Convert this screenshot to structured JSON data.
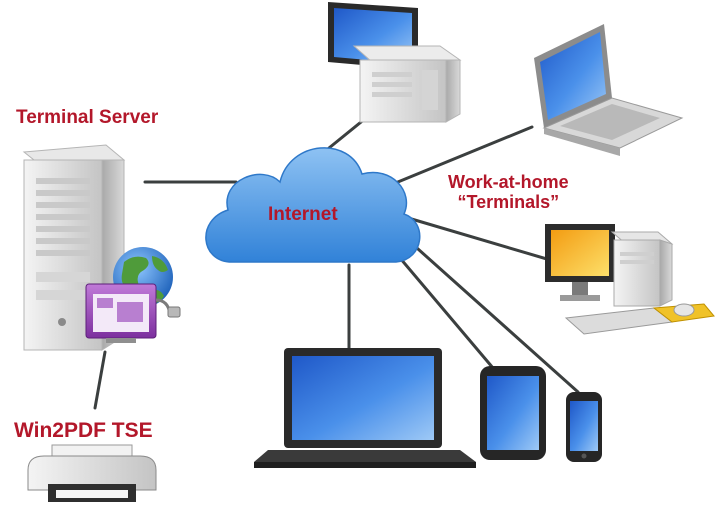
{
  "labels": {
    "terminal_server": "Terminal Server",
    "win2pdf": "Win2PDF TSE",
    "internet": "Internet",
    "work_line1": "Work-at-home",
    "work_line2": "“Terminals”"
  },
  "icons": [
    "server-tower-icon",
    "globe-icon",
    "application-window-icon",
    "printer-icon",
    "cloud-icon",
    "desktop-computer-icon",
    "laptop-icon",
    "monitor-tower-keyboard-icon",
    "large-laptop-icon",
    "tablet-icon",
    "smartphone-icon"
  ],
  "colors": {
    "label_red": "#b3172a",
    "cloud_blue": "#3f8fe0",
    "screen_blue": "#3a78d8",
    "screen_yellow": "#f5c21a",
    "connector_gray": "#3b3f3f"
  }
}
